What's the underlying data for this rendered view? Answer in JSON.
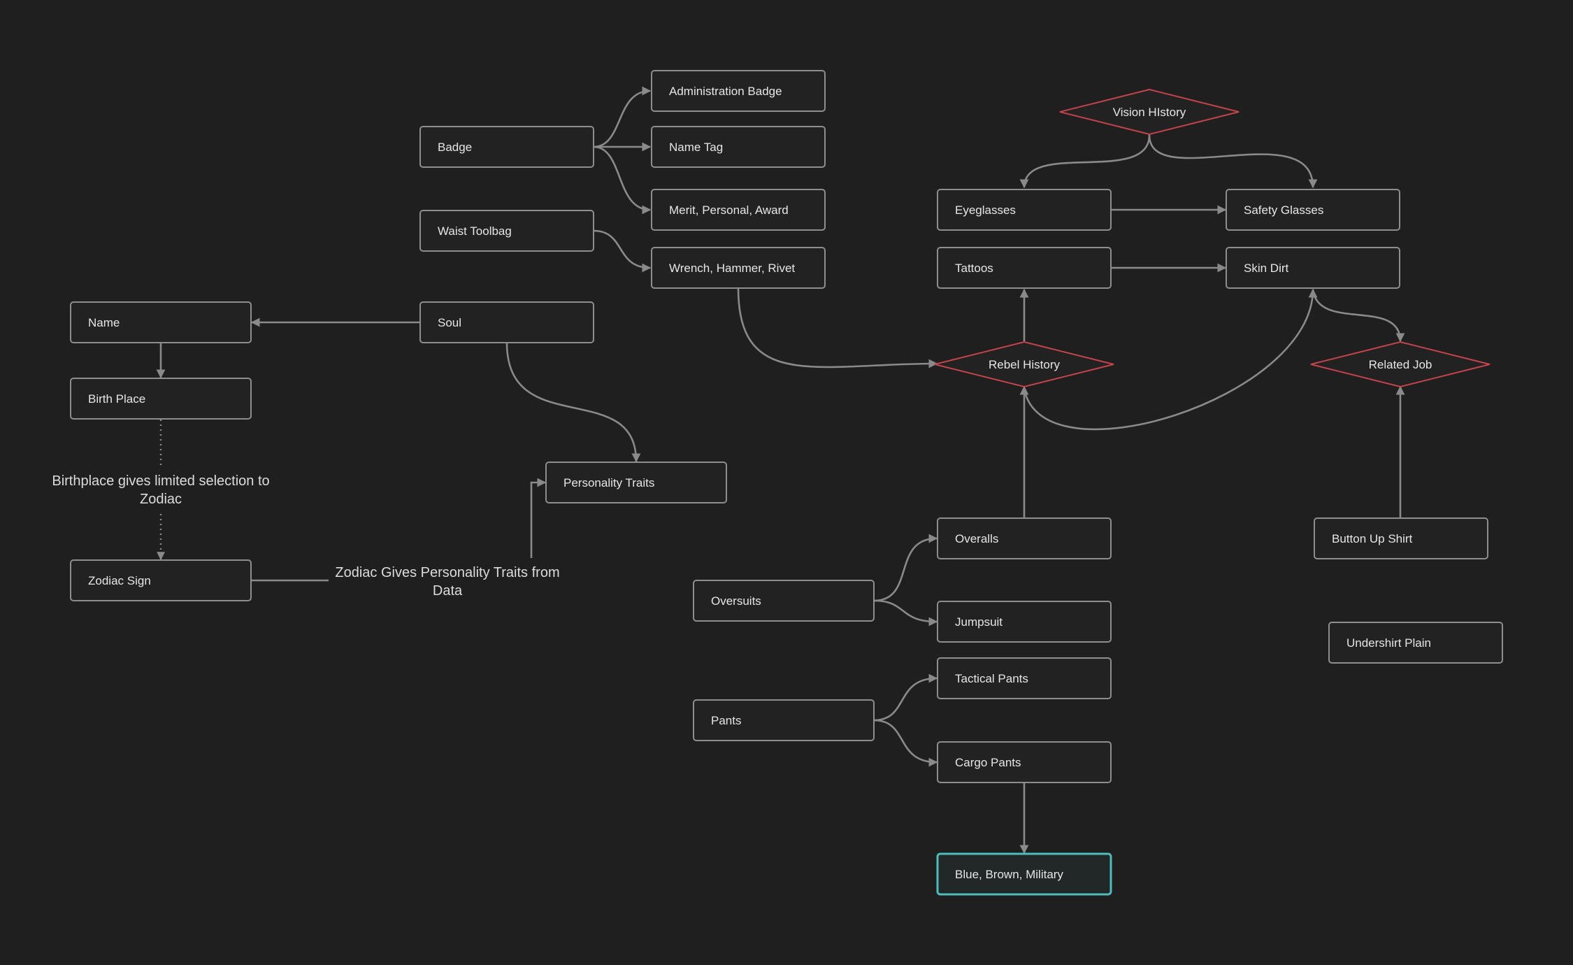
{
  "colors": {
    "background": "#1f1f1f",
    "node_border": "#8e8e8e",
    "decision_border": "#c4434c",
    "selected_border": "#4fbdbb",
    "edge": "#8a8a8a",
    "text": "#e6e6e6"
  },
  "nodes": {
    "badge": "Badge",
    "administration_badge": "Administration Badge",
    "name_tag": "Name Tag",
    "merit_personal_award": "Merit, Personal, Award",
    "waist_toolbag": "Waist Toolbag",
    "wrench_hammer_rivet": "Wrench, Hammer, Rivet",
    "name": "Name",
    "soul": "Soul",
    "birth_place": "Birth Place",
    "zodiac_sign": "Zodiac Sign",
    "personality_traits": "Personality Traits",
    "vision_history": "Vision HIstory",
    "eyeglasses": "Eyeglasses",
    "safety_glasses": "Safety Glasses",
    "tattoos": "Tattoos",
    "skin_dirt": "Skin Dirt",
    "rebel_history": "Rebel History",
    "related_job": "Related Job",
    "overalls": "Overalls",
    "oversuits": "Oversuits",
    "jumpsuit": "Jumpsuit",
    "tactical_pants": "Tactical Pants",
    "pants": "Pants",
    "cargo_pants": "Cargo Pants",
    "blue_brown_military": "Blue, Brown, Military",
    "button_up_shirt": "Button Up Shirt",
    "undershirt_plain": "Undershirt Plain"
  },
  "notes": {
    "birthplace_zodiac": "Birthplace gives limited selection to Zodiac",
    "zodiac_personality": "Zodiac Gives Personality Traits from Data"
  }
}
